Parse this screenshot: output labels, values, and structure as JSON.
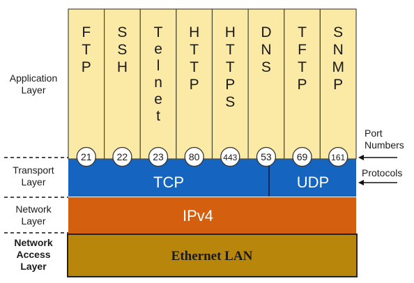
{
  "layers": [
    {
      "id": "application",
      "label": "Application\nLayer"
    },
    {
      "id": "transport",
      "label": "Transport\nLayer"
    },
    {
      "id": "network",
      "label": "Network\nLayer"
    },
    {
      "id": "access",
      "label": "Network\nAccess\nLayer"
    }
  ],
  "applications": [
    {
      "name": "FTP",
      "port": "21"
    },
    {
      "name": "SSH",
      "port": "22"
    },
    {
      "name": "Telnet",
      "port": "23"
    },
    {
      "name": "HTTP",
      "port": "80"
    },
    {
      "name": "HTTPS",
      "port": "443"
    },
    {
      "name": "DNS",
      "port": "53"
    },
    {
      "name": "TFTP",
      "port": "69"
    },
    {
      "name": "SNMP",
      "port": "161"
    }
  ],
  "transport": {
    "tcp": "TCP",
    "udp": "UDP"
  },
  "network": {
    "label": "IPv4"
  },
  "access": {
    "label": "Ethernet LAN"
  },
  "annotations": {
    "ports": "Port\nNumbers",
    "protocols": "Protocols"
  },
  "colors": {
    "app": "#fbe9a6",
    "app_border": "#4a4a3a",
    "transport": "#1565c0",
    "network": "#d45f0f",
    "access": "#b8860b",
    "port_circle": "#ffffff",
    "text_light": "#ffffff",
    "text_dark": "#1a1a1a"
  }
}
